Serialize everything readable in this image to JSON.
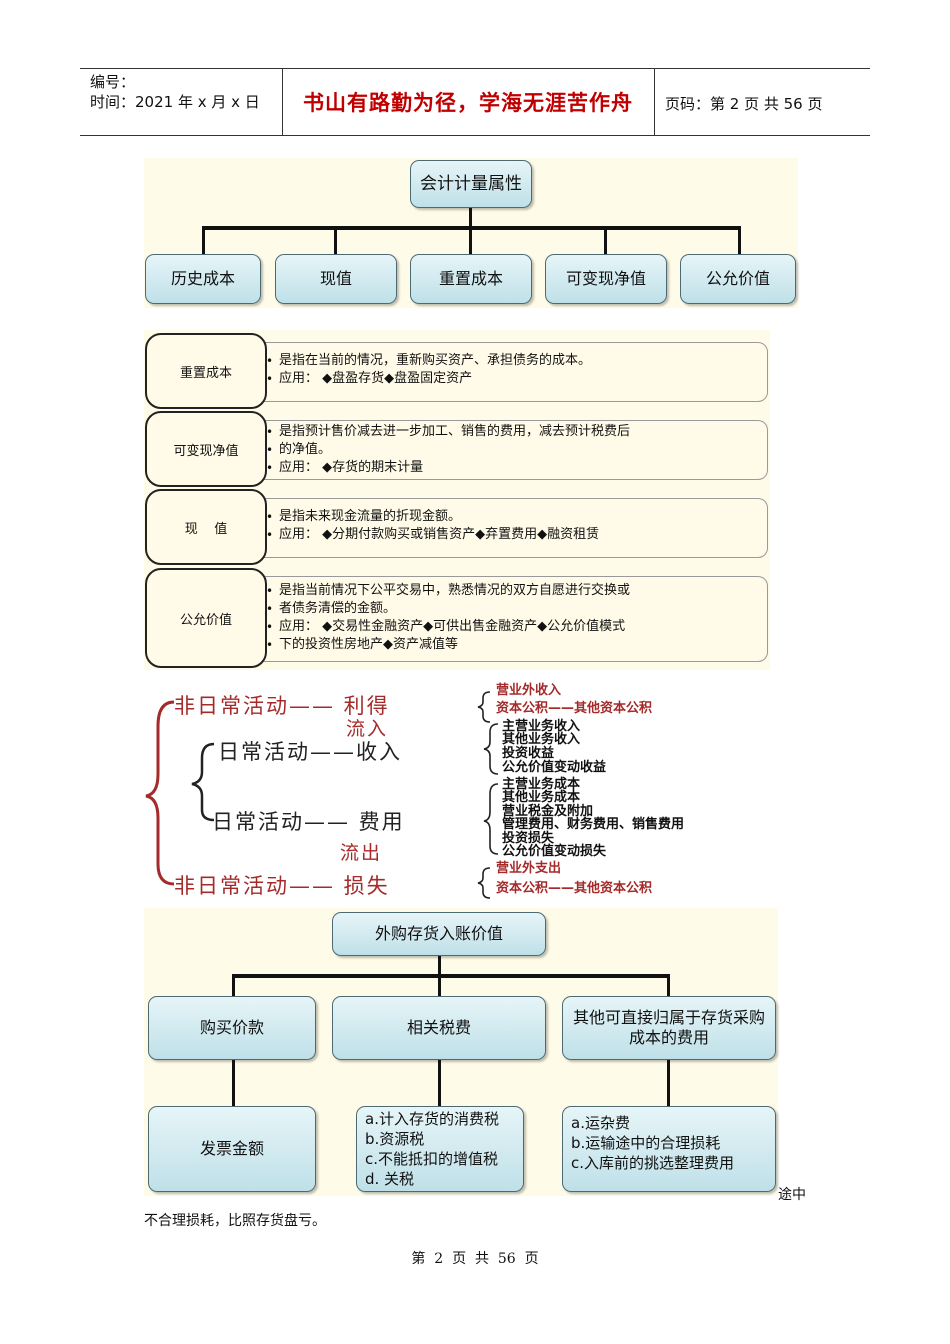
{
  "header": {
    "doc_no_label": "编号：",
    "date": "时间：2021 年 x 月 x 日",
    "motto": "书山有路勤为径，学海无涯苦作舟",
    "page": "页码：第 2 页  共 56 页"
  },
  "attributes": {
    "root": "会计计量属性",
    "children": [
      "历史成本",
      "现值",
      "重置成本",
      "可变现净值",
      "公允价值"
    ]
  },
  "definitions": [
    {
      "label": "重置成本",
      "lines": [
        "是指在当前的情况，重新购买资产、承担债务的成本。",
        "应用：  ◆盘盈存货◆盘盈固定资产"
      ]
    },
    {
      "label": "可变现净值",
      "lines": [
        "是指预计售价减去进一步加工、销售的费用，减去预计税费后",
        "的净值。",
        "应用：  ◆存货的期末计量"
      ]
    },
    {
      "label": "现    值",
      "lines": [
        "是指未来现金流量的折现金额。",
        "应用：  ◆分期付款购买或销售资产◆弃置费用◆融资租赁"
      ]
    },
    {
      "label": "公允价值",
      "lines": [
        "是指当前情况下公平交易中，熟悉情况的双方自愿进行交换或",
        "者债务清偿的金额。",
        "应用：  ◆交易性金融资产◆可供出售金融资产◆公允价值模式",
        "下的投资性房地产◆资产减值等"
      ]
    }
  ],
  "flow": {
    "gain": "非日常活动—— 利得",
    "inflow": "流入",
    "revenue": "日常活动——收入",
    "expense": "日常活动—— 费用",
    "outflow": "流出",
    "loss": "非日常活动—— 损失",
    "gain_items": [
      "营业外收入",
      "资本公积——其他资本公积"
    ],
    "revenue_items": [
      "主营业务收入",
      "其他业务收入",
      "投资收益",
      "公允价值变动收益"
    ],
    "expense_items": [
      "主营业务成本",
      "其他业务成本",
      "营业税金及附加",
      "管理费用、财务费用、销售费用",
      "投资损失",
      "公允价值变动损失"
    ],
    "loss_items": [
      "营业外支出",
      "资本公积——其他资本公积"
    ]
  },
  "inventory": {
    "root": "外购存货入账价值",
    "children": [
      "购买价款",
      "相关税费",
      "其他可直接归属于存货采购成本的费用"
    ],
    "leaf1": "发票金额",
    "leaf2": [
      "a.计入存货的消费税",
      "b.资源税",
      "c.不能抵扣的增值税",
      "d. 关税"
    ],
    "leaf3": [
      "a.运杂费",
      "b.运输途中的合理损耗",
      "c.入库前的挑选整理费用"
    ]
  },
  "text": {
    "tail": "途中",
    "line": "不合理损耗，比照存货盘亏。"
  },
  "footer": "第  2  页  共  56  页"
}
